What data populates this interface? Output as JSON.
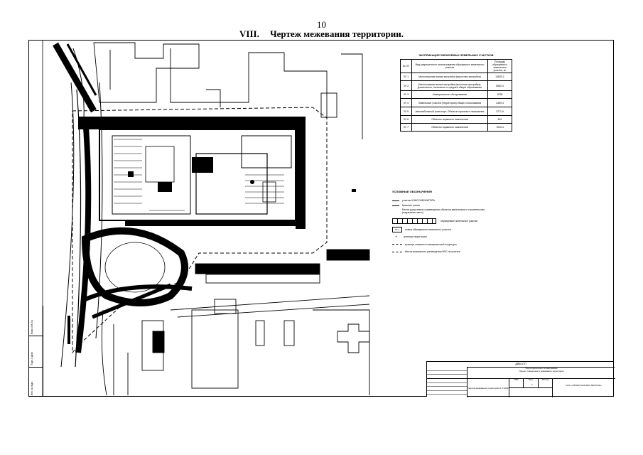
{
  "page": {
    "number": "10",
    "section_number": "VIII.",
    "section_title": "Чертеж межевания территории."
  },
  "explication": {
    "title": "ЭКСПЛИКАЦИЯ ОБРАЗУЕМЫХ ЗЕМЕЛЬНЫХ УЧАСТКОВ",
    "col_no": "№ ЗУ",
    "col_use": "Вид разрешенного использования образуемого земельного участка",
    "col_area": "Площадь образуемого земельного участка, м²",
    "rows": [
      {
        "id": "ЗУ 1",
        "use": "Многоэтажная жилая застройка (высотная застройка)",
        "area": "13820,1"
      },
      {
        "id": "ЗУ 2",
        "use": "Многоэтажная жилая застройка (высотная застройка). Дошкольное, начальное и среднее общее образование",
        "area": "6582,4"
      },
      {
        "id": "ЗУ 3",
        "use": "Коммунальное обслуживание",
        "area": "2038"
      },
      {
        "id": "ЗУ 4",
        "use": "Земельные участки (территории) общего пользования",
        "area": "2469,3"
      },
      {
        "id": "ЗУ 5",
        "use": "Автомобильный транспорт. Объекты гаражного назначения",
        "area": "3771,9"
      },
      {
        "id": "ЗУ 6",
        "use": "Объекты гаражного назначения",
        "area": "501"
      },
      {
        "id": "ЗУ 7",
        "use": "Объекты гаражного назначения",
        "area": "7615,4"
      }
    ]
  },
  "legend": {
    "title": "УСЛОВНЫЕ ОБОЗНАЧЕНИЯ",
    "items": [
      "участки КЛАССИФИКАТОРА",
      "Красные линии",
      "Места допустимого размещения объектов капитального строительства (надземная часть)",
      "образуемые земельные участки",
      "номер образуемого земельного участка",
      "граница территории",
      "граница элемента планировочной структуры",
      "Места возможного размещения ВЛС на участке"
    ],
    "zu_sample": "ЗУ 1"
  },
  "stamp": {
    "code": "ДВ90-ПП",
    "title_lines": [
      "Территориальное планирование",
      "Проект планировки и межевания территории"
    ],
    "stage": "ПМТ",
    "sheet_label": "Лист",
    "sheets_label": "Листов",
    "sheet_no": "1",
    "drawing_title": "Чертеж межевания территории М 1:1000",
    "org": "ООО «ПРОЕКТНАЯ МАСТЕРСКАЯ»"
  },
  "side_stamp": [
    "Взам. инв. №",
    "Подп. и дата",
    "Инв. № подл."
  ],
  "colors": {
    "ink": "#000000",
    "paper": "#ffffff"
  }
}
